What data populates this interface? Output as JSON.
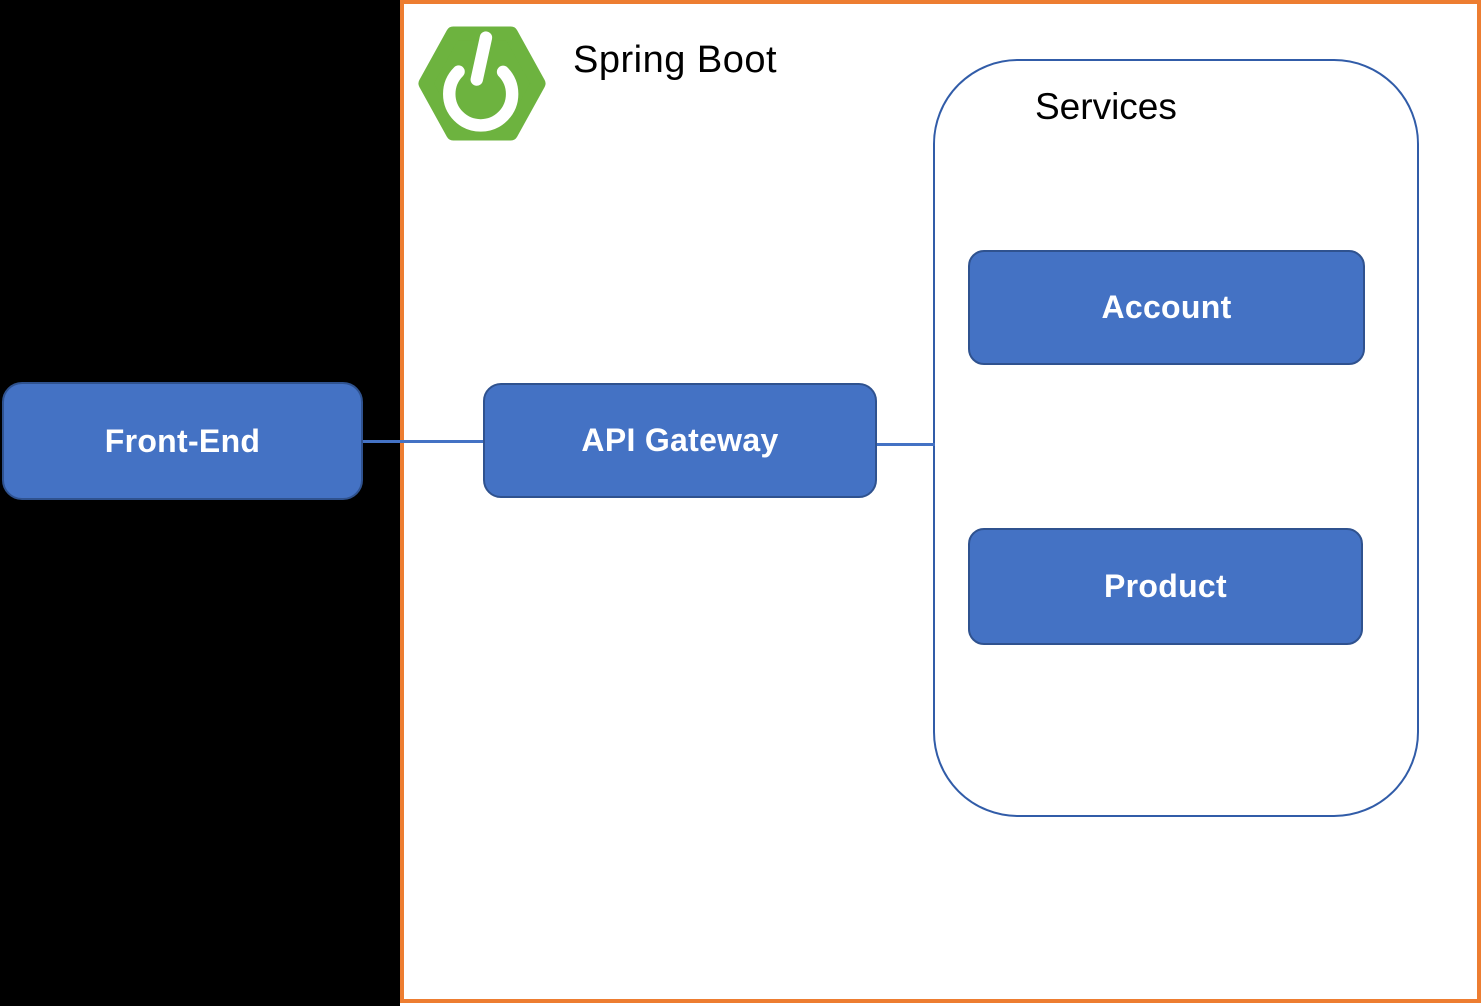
{
  "page": {
    "background": "#000000"
  },
  "panel": {
    "title": "Spring Boot",
    "background": "#FFFFFF",
    "border_color": "#ED7D31"
  },
  "logo": {
    "name": "spring-boot-logo",
    "hex_color": "#6DB33F",
    "symbol_color": "#FFFFFF"
  },
  "groups": {
    "services": {
      "label": "Services",
      "border_color": "#315CA8"
    }
  },
  "nodes": {
    "front_end": {
      "label": "Front-End"
    },
    "api_gateway": {
      "label": "API Gateway"
    },
    "account": {
      "label": "Account"
    },
    "product": {
      "label": "Product"
    }
  },
  "connectors": [
    {
      "from": "front_end",
      "to": "api_gateway"
    },
    {
      "from": "api_gateway",
      "to": "services"
    }
  ],
  "colors": {
    "node_fill": "#4472C4",
    "node_border": "#2F528F",
    "node_text": "#FFFFFF",
    "connector": "#4472C4",
    "title_text": "#000000"
  }
}
